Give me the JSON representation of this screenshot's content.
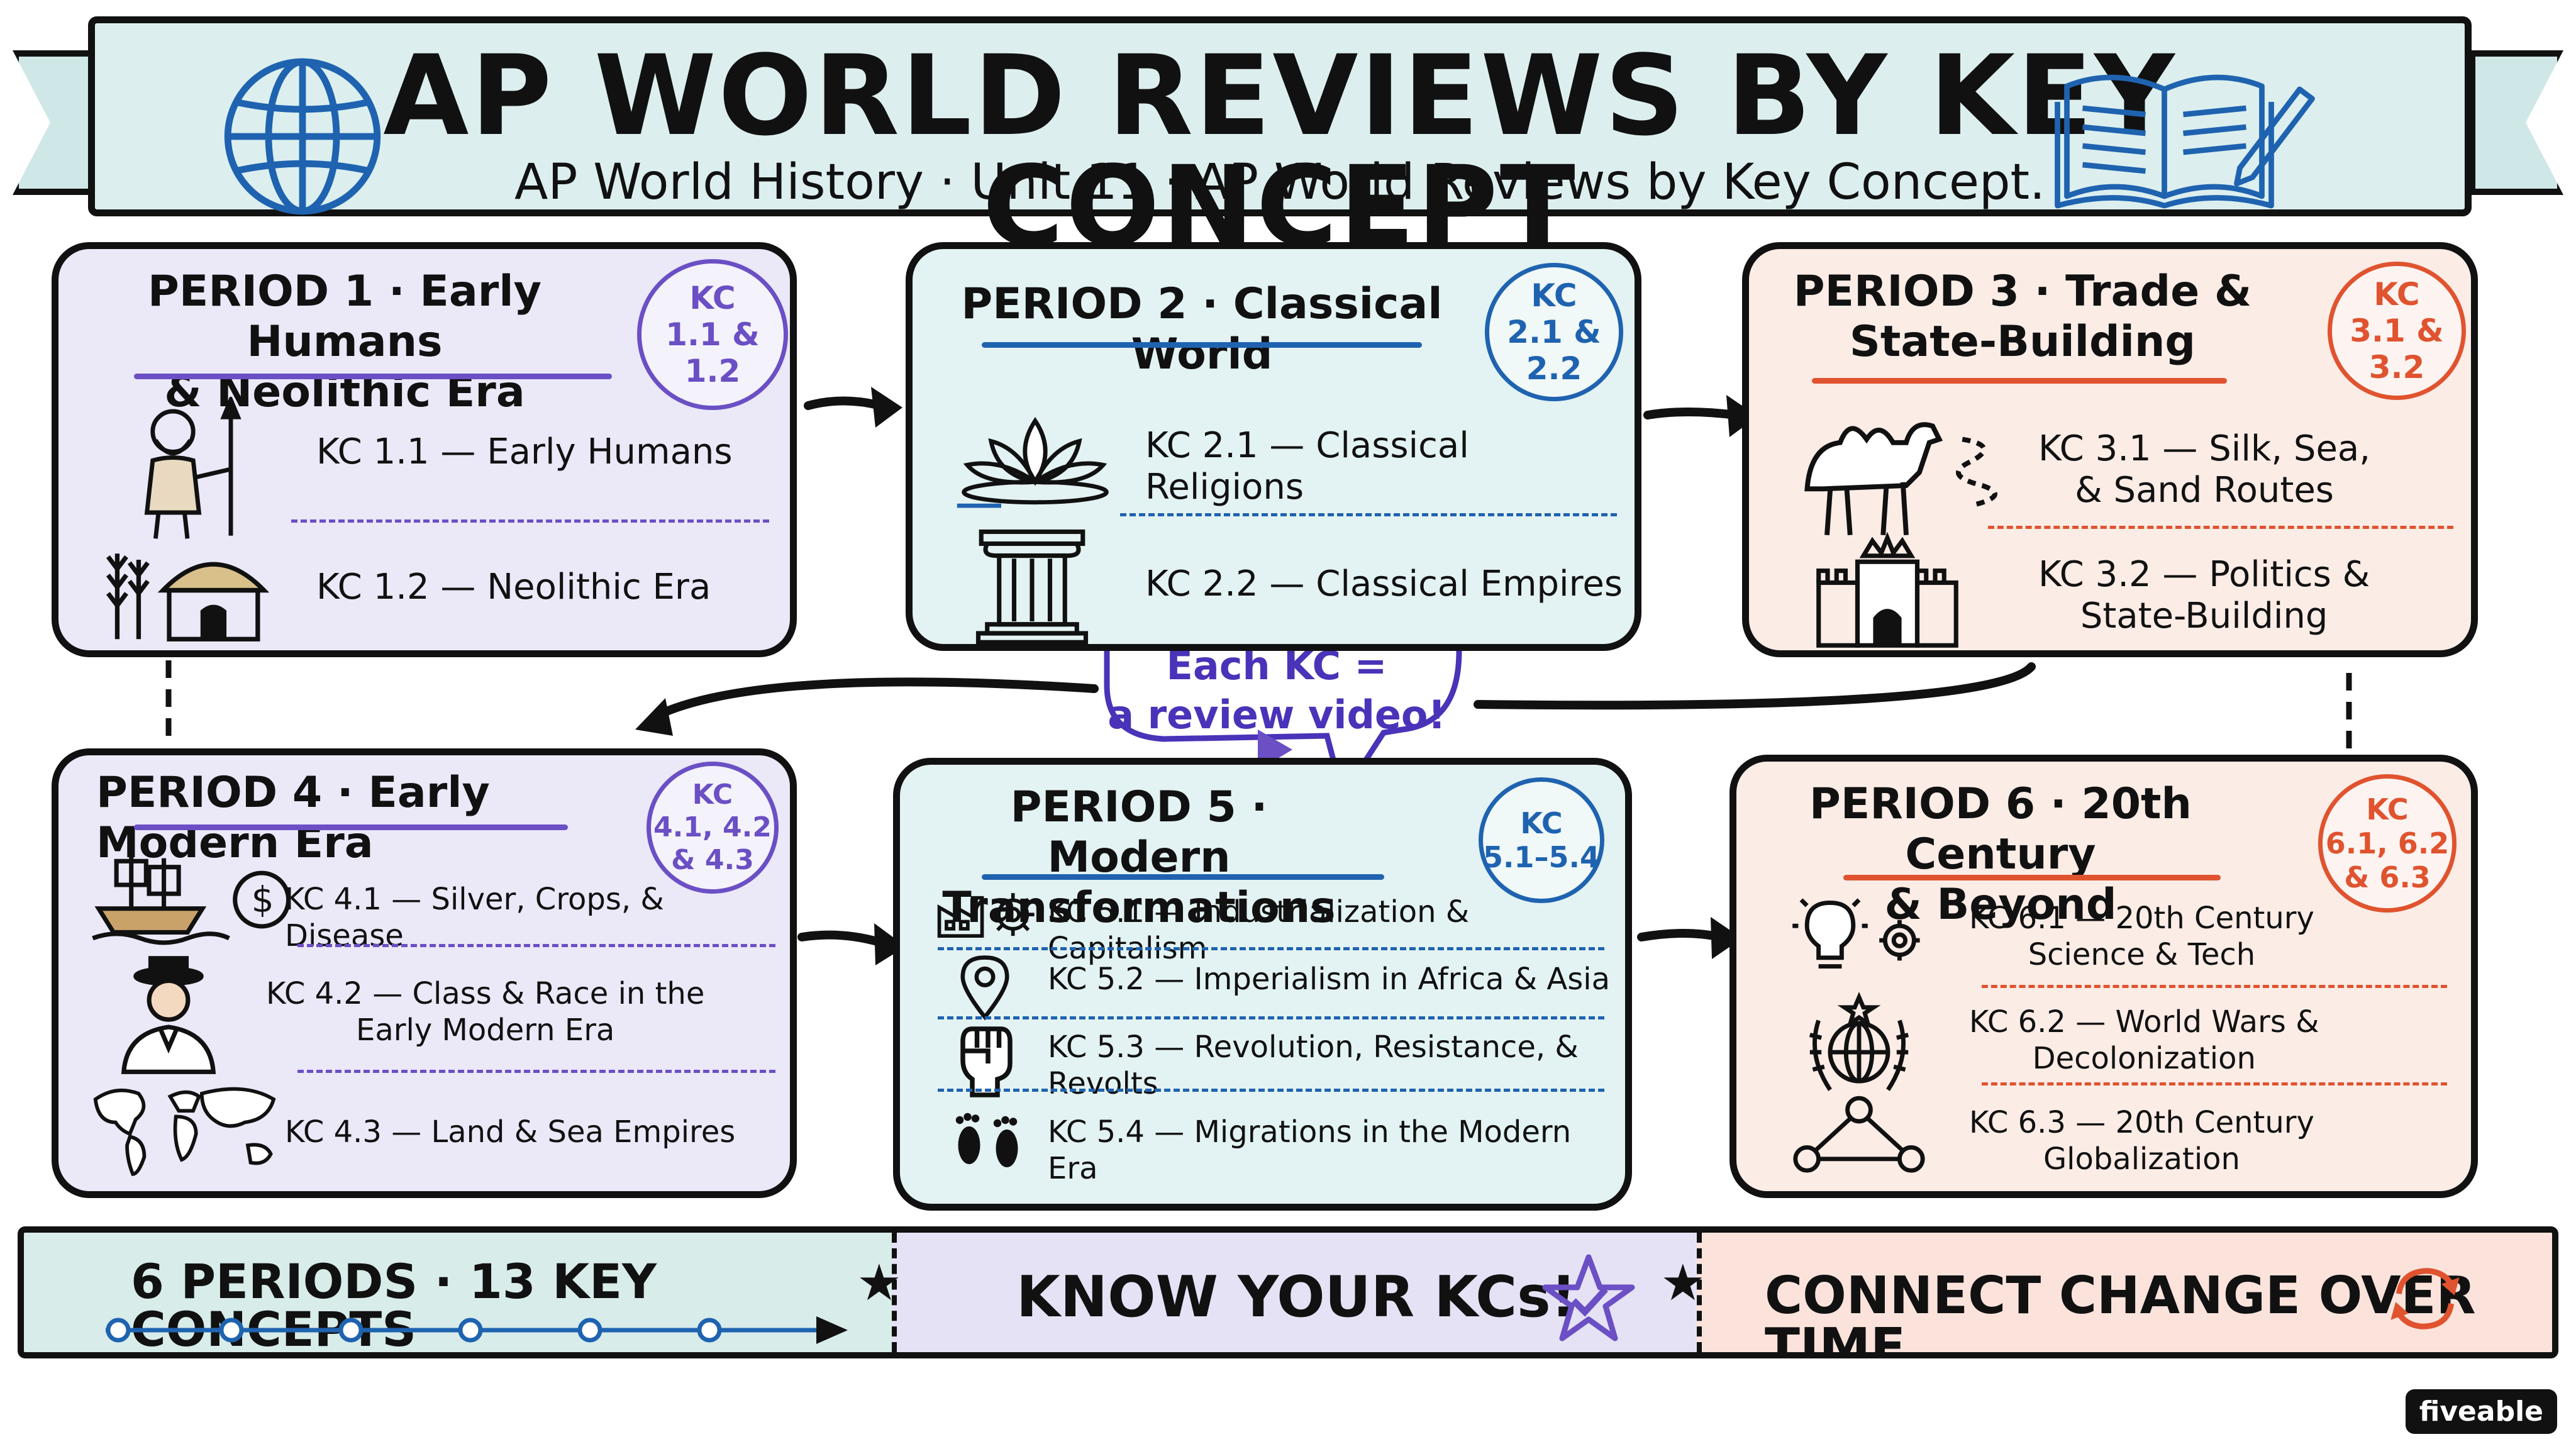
{
  "title": "AP WORLD REVIEWS BY KEY CONCEPT",
  "subtitle": "AP World History · Unit 11 · AP World Reviews by Key Concept.",
  "colors": {
    "purple": "#6b4fc4",
    "blue": "#1f63b0",
    "orange": "#e0532f",
    "purple_bg": "#ebe8f8",
    "teal_bg": "#e3f2f2",
    "peach_bg": "#fbece6"
  },
  "periods": [
    {
      "title": "PERIOD 1 · Early Humans\n& Neolithic Era",
      "badge": "KC\n1.1 &\n1.2",
      "kcs": [
        {
          "label": "KC 1.1  —  Early Humans",
          "icon": "caveman-icon"
        },
        {
          "label": "KC 1.2  —  Neolithic Era",
          "icon": "wheat-hut-icon"
        }
      ]
    },
    {
      "title": "PERIOD 2 · Classical World",
      "badge": "KC\n2.1 &\n2.2",
      "kcs": [
        {
          "label": "KC 2.1  —  Classical Religions",
          "icon": "lotus-icon"
        },
        {
          "label": "KC 2.2  —  Classical Empires",
          "icon": "column-icon"
        }
      ]
    },
    {
      "title": "PERIOD 3 · Trade &\nState-Building",
      "badge": "KC\n3.1 &\n3.2",
      "kcs": [
        {
          "label": "KC 3.1  —  Silk, Sea,\n& Sand Routes",
          "icon": "camel-icon"
        },
        {
          "label": "KC 3.2  —  Politics &\nState-Building",
          "icon": "castle-icon"
        }
      ]
    },
    {
      "title": "PERIOD 4 · Early Modern Era",
      "badge": "KC\n4.1, 4.2\n& 4.3",
      "kcs": [
        {
          "label": "KC 4.1  —  Silver, Crops, & Disease",
          "icon": "ship-dollar-icon"
        },
        {
          "label": "KC 4.2  —  Class & Race in the\nEarly Modern Era",
          "icon": "person-hat-icon"
        },
        {
          "label": "KC 4.3  —  Land & Sea Empires",
          "icon": "world-map-icon"
        }
      ]
    },
    {
      "title": "PERIOD 5 · Modern\nTransformations",
      "badge": "KC\n5.1–5.4",
      "kcs": [
        {
          "label": "KC 5.1  —  Industrialization & Capitalism",
          "icon": "factory-gear-icon"
        },
        {
          "label": "KC 5.2  —  Imperialism in Africa & Asia",
          "icon": "location-pin-icon"
        },
        {
          "label": "KC 5.3  —  Revolution, Resistance, & Revolts",
          "icon": "raised-fist-icon"
        },
        {
          "label": "KC 5.4  —  Migrations in the Modern Era",
          "icon": "footprints-icon"
        }
      ]
    },
    {
      "title": "PERIOD 6 · 20th Century\n& Beyond",
      "badge": "KC\n6.1, 6.2\n& 6.3",
      "kcs": [
        {
          "label": "KC 6.1  —  20th Century\nScience & Tech",
          "icon": "lightbulb-gear-icon"
        },
        {
          "label": "KC 6.2  —  World Wars &\nDecolonization",
          "icon": "globe-laurel-icon"
        },
        {
          "label": "KC 6.3  —  20th Century\nGlobalization",
          "icon": "network-icon"
        }
      ]
    }
  ],
  "callout": "Each KC =\na review video!",
  "footer": {
    "stats": "6 PERIODS · 13 KEY CONCEPTS",
    "slogan": "KNOW YOUR KCs!",
    "connect": "CONNECT CHANGE OVER TIME"
  },
  "brand": "fiveable"
}
